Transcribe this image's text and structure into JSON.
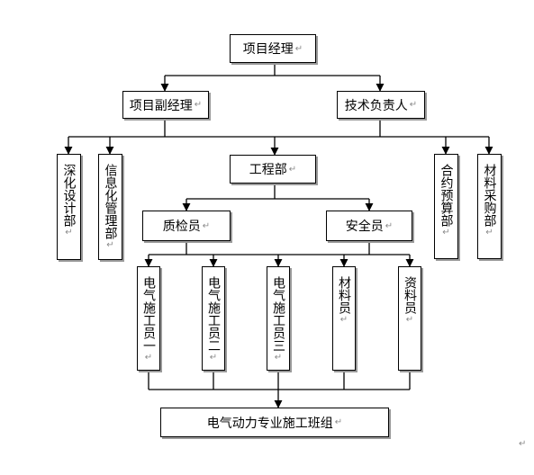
{
  "chart": {
    "root": "项目经理",
    "deputy": "项目副经理",
    "tech_lead": "技术负责人",
    "engineering": "工程部",
    "deepening": "深化设计部",
    "it": "信息化管理部",
    "contract": "合约预算部",
    "material_purchase": "材料采购部",
    "quality": "质检员",
    "safety": "安全员",
    "elec1": "电气施工员一",
    "elec2": "电气施工员二",
    "elec3": "电气施工员三",
    "material_clerk": "材料员",
    "data_clerk": "资料员",
    "team": "电气动力专业施工班组"
  },
  "marks": {
    "paragraph": "↵"
  }
}
